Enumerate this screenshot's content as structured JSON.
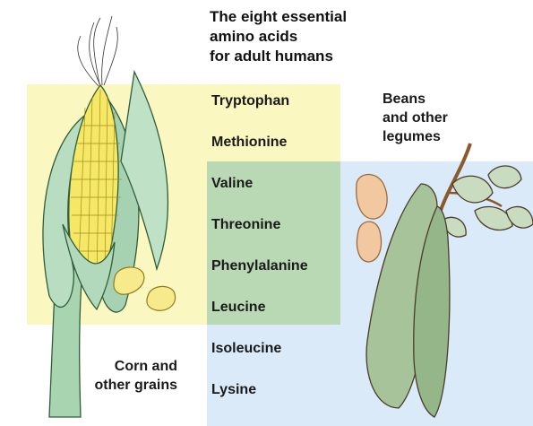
{
  "title": [
    "The eight essential",
    "amino acids",
    "for adult humans"
  ],
  "amino_acids": [
    "Tryptophan",
    "Methionine",
    "Valine",
    "Threonine",
    "Phenylalanine",
    "Leucine",
    "Isoleucine",
    "Lysine"
  ],
  "corn_caption": [
    "Corn and",
    "other grains"
  ],
  "beans_caption": [
    "Beans",
    "and other",
    "legumes"
  ],
  "colors": {
    "grain_region": "#fbf7c0",
    "legume_region": "#dbeaf8",
    "overlap_region": "#b9d9b4"
  }
}
